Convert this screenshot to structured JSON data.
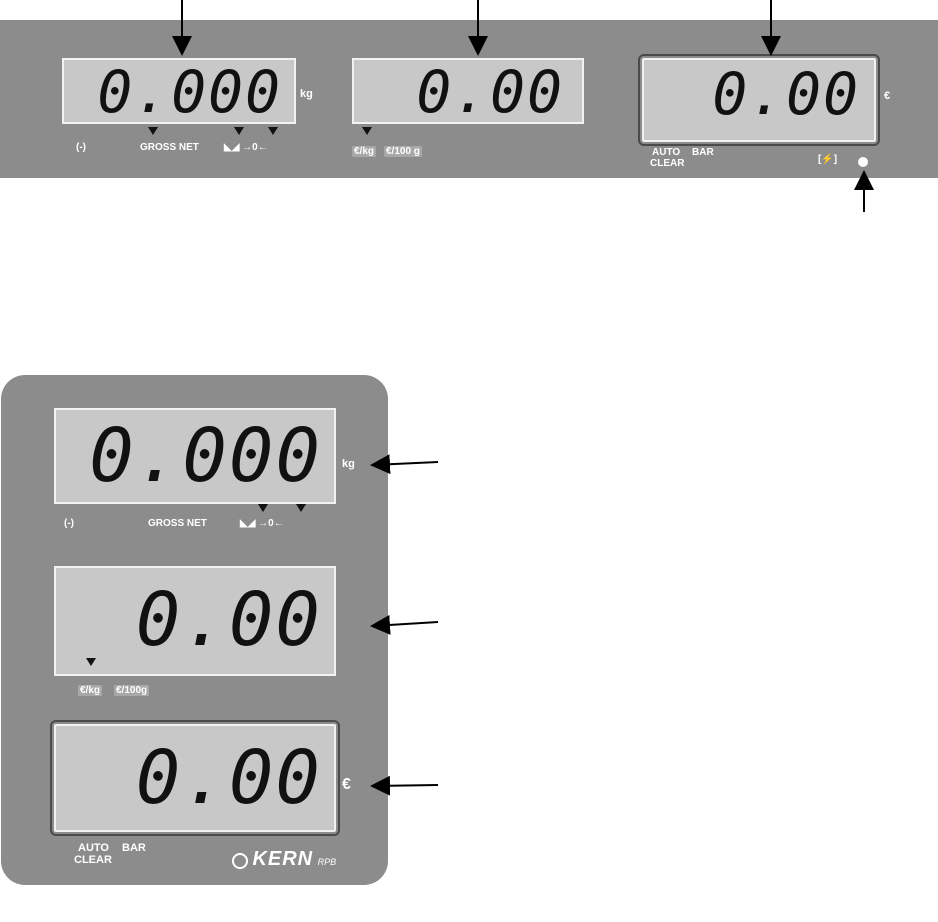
{
  "displays": {
    "weight": {
      "value": "0.000",
      "unit": "kg"
    },
    "price": {
      "value": "0.00"
    },
    "total": {
      "value": "0.00",
      "unit": "€"
    }
  },
  "labels": {
    "tare_icon": "(-)",
    "gross_net": "GROSS NET",
    "arrows": "◣◢ →0←",
    "price_per_kg": "€/kg",
    "price_per_100g_h": "€/100 g",
    "price_per_100g_v": "€/100g",
    "auto": "AUTO",
    "clear": "CLEAR",
    "bar": "BAR",
    "battery_icon": "[⚡]"
  },
  "brand": {
    "name": "KERN",
    "model": "RPB"
  }
}
